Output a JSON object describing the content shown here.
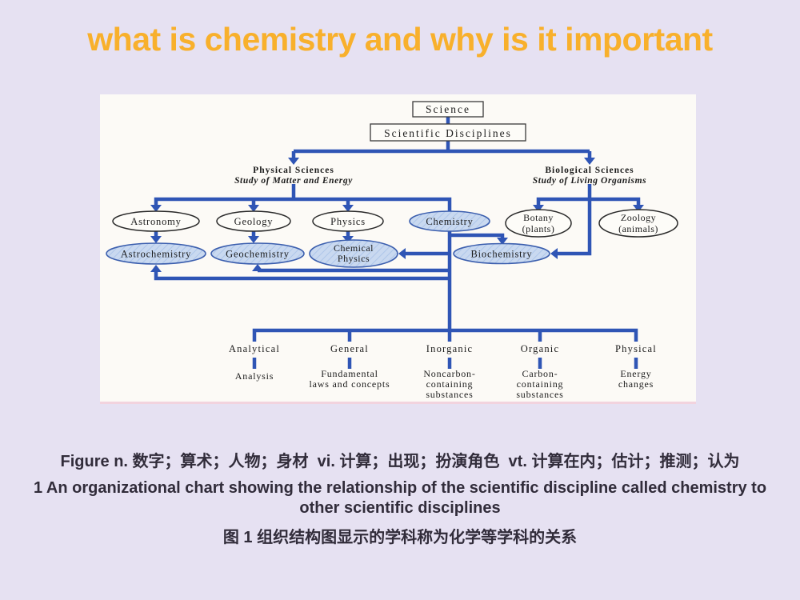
{
  "slide": {
    "title": "what is chemistry and why is it important"
  },
  "colors": {
    "background": "#e6e1f2",
    "title_orange": "#f8b02c",
    "diagram_blue": "#2f55b5",
    "oval_fill_blue": "#c9d9f0",
    "caption_text": "#312c3a",
    "figure_background": "#fcfaf6"
  },
  "figure": {
    "root": "Science",
    "level2": "Scientific Disciplines",
    "branches": {
      "physical": {
        "name": "Physical Sciences",
        "subtitle": "Study of Matter and Energy"
      },
      "biological": {
        "name": "Biological Sciences",
        "subtitle": "Study of Living Organisms"
      }
    },
    "disciplines": {
      "astronomy": "Astronomy",
      "geology": "Geology",
      "physics": "Physics",
      "chemistry": "Chemistry",
      "botany_line1": "Botany",
      "botany_line2": "(plants)",
      "zoology_line1": "Zoology",
      "zoology_line2": "(animals)"
    },
    "interdisciplines": {
      "astrochemistry": "Astrochemistry",
      "geochemistry": "Geochemistry",
      "chemical_physics_line1": "Chemical",
      "chemical_physics_line2": "Physics",
      "biochemistry": "Biochemistry"
    },
    "chemistry_branches": [
      {
        "name": "Analytical",
        "desc": [
          "Analysis",
          "",
          ""
        ]
      },
      {
        "name": "General",
        "desc": [
          "Fundamental",
          "laws and concepts",
          ""
        ]
      },
      {
        "name": "Inorganic",
        "desc": [
          "Noncarbon-",
          "containing",
          "substances"
        ]
      },
      {
        "name": "Organic",
        "desc": [
          "Carbon-",
          "containing",
          "substances"
        ]
      },
      {
        "name": "Physical",
        "desc": [
          "Energy",
          "changes",
          ""
        ]
      }
    ]
  },
  "caption": {
    "line1": "Figure n. 数字；算术；人物；身材  vi. 计算；出现；扮演角色  vt. 计算在内；估计；推测；认为",
    "line2": "1 An organizational chart showing the relationship of the scientific discipline called chemistry to other scientific disciplines",
    "line3": "图 1 组织结构图显示的学科称为化学等学科的关系"
  }
}
